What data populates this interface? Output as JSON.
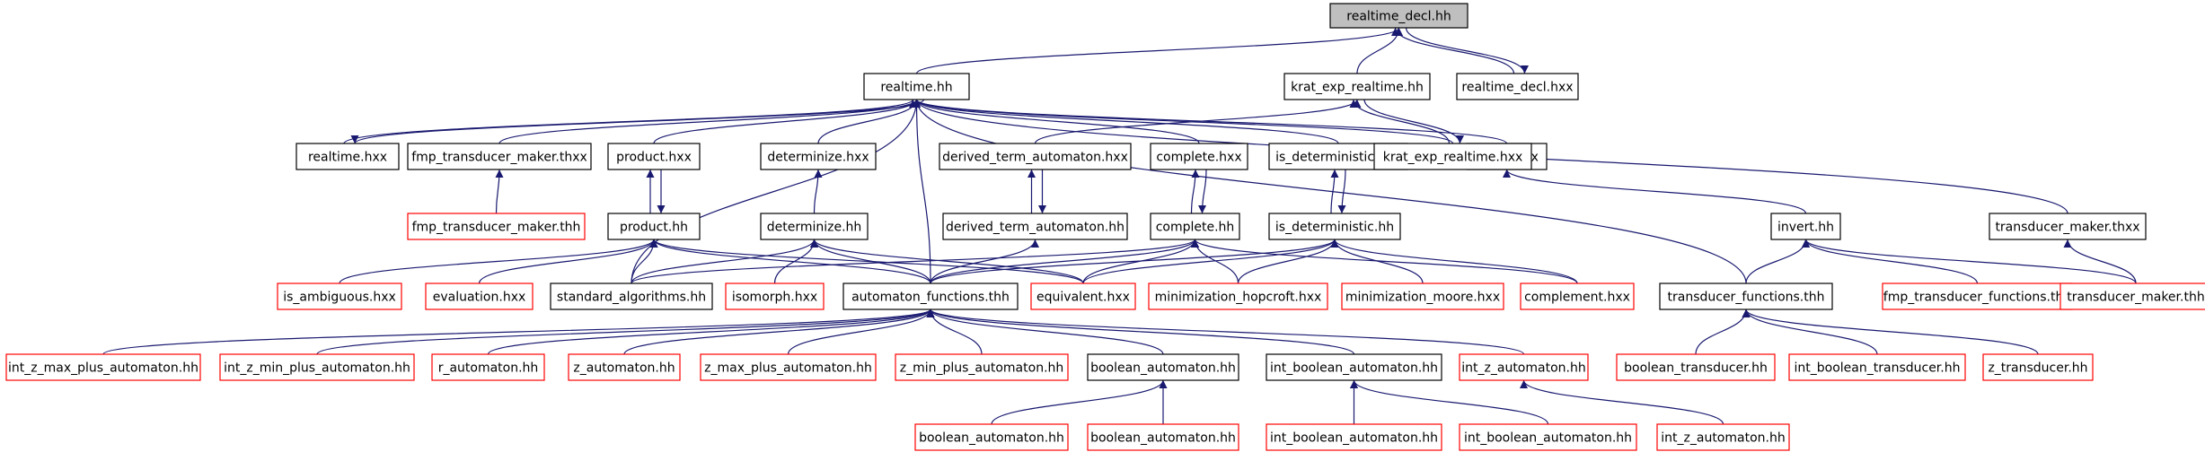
{
  "colors": {
    "edge": "#191970",
    "node_border_black": "#000000",
    "node_border_red": "#ff0000",
    "root_fill": "#bfbfbf",
    "node_fill": "#ffffff"
  },
  "nodes": [
    {
      "id": "realtime_decl_hh",
      "label": "realtime_decl.hh",
      "border": "black",
      "root": true
    },
    {
      "id": "realtime_hh",
      "label": "realtime.hh",
      "border": "black"
    },
    {
      "id": "krat_exp_realtime_hh",
      "label": "krat_exp_realtime.hh",
      "border": "black"
    },
    {
      "id": "realtime_decl_hxx",
      "label": "realtime_decl.hxx",
      "border": "black"
    },
    {
      "id": "realtime_hxx",
      "label": "realtime.hxx",
      "border": "black"
    },
    {
      "id": "fmp_transducer_maker_thxx",
      "label": "fmp_transducer_maker.thxx",
      "border": "black"
    },
    {
      "id": "product_hxx",
      "label": "product.hxx",
      "border": "black"
    },
    {
      "id": "determinize_hxx",
      "label": "determinize.hxx",
      "border": "black"
    },
    {
      "id": "derived_term_automaton_hxx",
      "label": "derived_term_automaton.hxx",
      "border": "black"
    },
    {
      "id": "complete_hxx",
      "label": "complete.hxx",
      "border": "black"
    },
    {
      "id": "is_deterministic_hxx",
      "label": "is_deterministic.hxx",
      "border": "black"
    },
    {
      "id": "invert_hxx",
      "label": "invert.hxx",
      "border": "black"
    },
    {
      "id": "krat_exp_realtime_hxx",
      "label": "krat_exp_realtime.hxx",
      "border": "black"
    },
    {
      "id": "fmp_transducer_maker_thh",
      "label": "fmp_transducer_maker.thh",
      "border": "red"
    },
    {
      "id": "product_hh",
      "label": "product.hh",
      "border": "black"
    },
    {
      "id": "determinize_hh",
      "label": "determinize.hh",
      "border": "black"
    },
    {
      "id": "derived_term_automaton_hh",
      "label": "derived_term_automaton.hh",
      "border": "black"
    },
    {
      "id": "complete_hh",
      "label": "complete.hh",
      "border": "black"
    },
    {
      "id": "is_deterministic_hh",
      "label": "is_deterministic.hh",
      "border": "black"
    },
    {
      "id": "invert_hh",
      "label": "invert.hh",
      "border": "black"
    },
    {
      "id": "transducer_maker_thxx",
      "label": "transducer_maker.thxx",
      "border": "black"
    },
    {
      "id": "is_ambiguous_hxx",
      "label": "is_ambiguous.hxx",
      "border": "red"
    },
    {
      "id": "evaluation_hxx",
      "label": "evaluation.hxx",
      "border": "red"
    },
    {
      "id": "standard_algorithms_hh",
      "label": "standard_algorithms.hh",
      "border": "black"
    },
    {
      "id": "isomorph_hxx",
      "label": "isomorph.hxx",
      "border": "red"
    },
    {
      "id": "automaton_functions_thh",
      "label": "automaton_functions.thh",
      "border": "black"
    },
    {
      "id": "equivalent_hxx",
      "label": "equivalent.hxx",
      "border": "red"
    },
    {
      "id": "minimization_hopcroft_hxx",
      "label": "minimization_hopcroft.hxx",
      "border": "red"
    },
    {
      "id": "minimization_moore_hxx",
      "label": "minimization_moore.hxx",
      "border": "red"
    },
    {
      "id": "complement_hxx",
      "label": "complement.hxx",
      "border": "red"
    },
    {
      "id": "transducer_functions_thh",
      "label": "transducer_functions.thh",
      "border": "black"
    },
    {
      "id": "fmp_transducer_functions_thh",
      "label": "fmp_transducer_functions.thh",
      "border": "red"
    },
    {
      "id": "transducer_maker_thh",
      "label": "transducer_maker.thh",
      "border": "red"
    },
    {
      "id": "int_z_max_plus_automaton_hh",
      "label": "int_z_max_plus_automaton.hh",
      "border": "red"
    },
    {
      "id": "int_z_min_plus_automaton_hh",
      "label": "int_z_min_plus_automaton.hh",
      "border": "red"
    },
    {
      "id": "r_automaton_hh",
      "label": "r_automaton.hh",
      "border": "red"
    },
    {
      "id": "z_automaton_hh",
      "label": "z_automaton.hh",
      "border": "red"
    },
    {
      "id": "z_max_plus_automaton_hh",
      "label": "z_max_plus_automaton.hh",
      "border": "red"
    },
    {
      "id": "z_min_plus_automaton_hh",
      "label": "z_min_plus_automaton.hh",
      "border": "red"
    },
    {
      "id": "boolean_automaton_hh_a",
      "label": "boolean_automaton.hh",
      "border": "black"
    },
    {
      "id": "int_boolean_automaton_hh_a",
      "label": "int_boolean_automaton.hh",
      "border": "black"
    },
    {
      "id": "int_z_automaton_hh_a",
      "label": "int_z_automaton.hh",
      "border": "red"
    },
    {
      "id": "boolean_transducer_hh",
      "label": "boolean_transducer.hh",
      "border": "red"
    },
    {
      "id": "int_boolean_transducer_hh",
      "label": "int_boolean_transducer.hh",
      "border": "red"
    },
    {
      "id": "z_transducer_hh",
      "label": "z_transducer.hh",
      "border": "red"
    },
    {
      "id": "boolean_automaton_hh_b",
      "label": "boolean_automaton.hh",
      "border": "red"
    },
    {
      "id": "boolean_automaton_hh_c",
      "label": "boolean_automaton.hh",
      "border": "red"
    },
    {
      "id": "int_boolean_automaton_hh_b",
      "label": "int_boolean_automaton.hh",
      "border": "red"
    },
    {
      "id": "int_boolean_automaton_hh_c",
      "label": "int_boolean_automaton.hh",
      "border": "red"
    },
    {
      "id": "int_z_automaton_hh_b",
      "label": "int_z_automaton.hh",
      "border": "red"
    }
  ],
  "edges": [
    [
      "realtime_hh",
      "realtime_decl_hh"
    ],
    [
      "krat_exp_realtime_hh",
      "realtime_decl_hh"
    ],
    [
      "realtime_decl_hxx",
      "realtime_decl_hh"
    ],
    [
      "realtime_decl_hh",
      "realtime_decl_hxx"
    ],
    [
      "realtime_hxx",
      "realtime_hh"
    ],
    [
      "realtime_hh",
      "realtime_hxx"
    ],
    [
      "fmp_transducer_maker_thxx",
      "realtime_hh"
    ],
    [
      "product_hxx",
      "realtime_hh"
    ],
    [
      "determinize_hxx",
      "realtime_hh"
    ],
    [
      "complete_hxx",
      "realtime_hh"
    ],
    [
      "is_deterministic_hxx",
      "realtime_hh"
    ],
    [
      "invert_hxx",
      "realtime_hh"
    ],
    [
      "krat_exp_realtime_hxx",
      "realtime_hh"
    ],
    [
      "transducer_maker_thxx",
      "realtime_hh"
    ],
    [
      "transducer_functions_thh",
      "realtime_hh"
    ],
    [
      "automaton_functions_thh",
      "realtime_hh"
    ],
    [
      "standard_algorithms_hh",
      "realtime_hh"
    ],
    [
      "krat_exp_realtime_hxx",
      "krat_exp_realtime_hh"
    ],
    [
      "krat_exp_realtime_hh",
      "krat_exp_realtime_hxx"
    ],
    [
      "derived_term_automaton_hxx",
      "krat_exp_realtime_hh"
    ],
    [
      "fmp_transducer_maker_thh",
      "fmp_transducer_maker_thxx"
    ],
    [
      "product_hh",
      "product_hxx"
    ],
    [
      "product_hxx",
      "product_hh"
    ],
    [
      "determinize_hh",
      "determinize_hxx"
    ],
    [
      "derived_term_automaton_hh",
      "derived_term_automaton_hxx"
    ],
    [
      "derived_term_automaton_hxx",
      "derived_term_automaton_hh"
    ],
    [
      "complete_hh",
      "complete_hxx"
    ],
    [
      "complete_hxx",
      "complete_hh"
    ],
    [
      "is_deterministic_hh",
      "is_deterministic_hxx"
    ],
    [
      "is_deterministic_hxx",
      "is_deterministic_hh"
    ],
    [
      "invert_hh",
      "invert_hxx"
    ],
    [
      "is_ambiguous_hxx",
      "product_hh"
    ],
    [
      "evaluation_hxx",
      "product_hh"
    ],
    [
      "standard_algorithms_hh",
      "product_hh"
    ],
    [
      "automaton_functions_thh",
      "product_hh"
    ],
    [
      "equivalent_hxx",
      "product_hh"
    ],
    [
      "standard_algorithms_hh",
      "determinize_hh"
    ],
    [
      "isomorph_hxx",
      "determinize_hh"
    ],
    [
      "automaton_functions_thh",
      "determinize_hh"
    ],
    [
      "equivalent_hxx",
      "determinize_hh"
    ],
    [
      "automaton_functions_thh",
      "derived_term_automaton_hh"
    ],
    [
      "standard_algorithms_hh",
      "complete_hh"
    ],
    [
      "automaton_functions_thh",
      "complete_hh"
    ],
    [
      "equivalent_hxx",
      "complete_hh"
    ],
    [
      "minimization_hopcroft_hxx",
      "complete_hh"
    ],
    [
      "complement_hxx",
      "complete_hh"
    ],
    [
      "automaton_functions_thh",
      "is_deterministic_hh"
    ],
    [
      "equivalent_hxx",
      "is_deterministic_hh"
    ],
    [
      "minimization_hopcroft_hxx",
      "is_deterministic_hh"
    ],
    [
      "minimization_moore_hxx",
      "is_deterministic_hh"
    ],
    [
      "complement_hxx",
      "is_deterministic_hh"
    ],
    [
      "transducer_functions_thh",
      "invert_hh"
    ],
    [
      "fmp_transducer_functions_thh",
      "invert_hh"
    ],
    [
      "transducer_maker_thh",
      "invert_hh"
    ],
    [
      "transducer_maker_thh",
      "transducer_maker_thxx"
    ],
    [
      "int_z_max_plus_automaton_hh",
      "automaton_functions_thh"
    ],
    [
      "int_z_min_plus_automaton_hh",
      "automaton_functions_thh"
    ],
    [
      "r_automaton_hh",
      "automaton_functions_thh"
    ],
    [
      "z_automaton_hh",
      "automaton_functions_thh"
    ],
    [
      "z_max_plus_automaton_hh",
      "automaton_functions_thh"
    ],
    [
      "z_min_plus_automaton_hh",
      "automaton_functions_thh"
    ],
    [
      "boolean_automaton_hh_a",
      "automaton_functions_thh"
    ],
    [
      "int_boolean_automaton_hh_a",
      "automaton_functions_thh"
    ],
    [
      "int_z_automaton_hh_a",
      "automaton_functions_thh"
    ],
    [
      "boolean_transducer_hh",
      "transducer_functions_thh"
    ],
    [
      "int_boolean_transducer_hh",
      "transducer_functions_thh"
    ],
    [
      "z_transducer_hh",
      "transducer_functions_thh"
    ],
    [
      "boolean_automaton_hh_b",
      "boolean_automaton_hh_a"
    ],
    [
      "boolean_automaton_hh_c",
      "boolean_automaton_hh_a"
    ],
    [
      "int_boolean_automaton_hh_b",
      "int_boolean_automaton_hh_a"
    ],
    [
      "int_boolean_automaton_hh_c",
      "int_boolean_automaton_hh_a"
    ],
    [
      "int_z_automaton_hh_b",
      "int_z_automaton_hh_a"
    ]
  ]
}
